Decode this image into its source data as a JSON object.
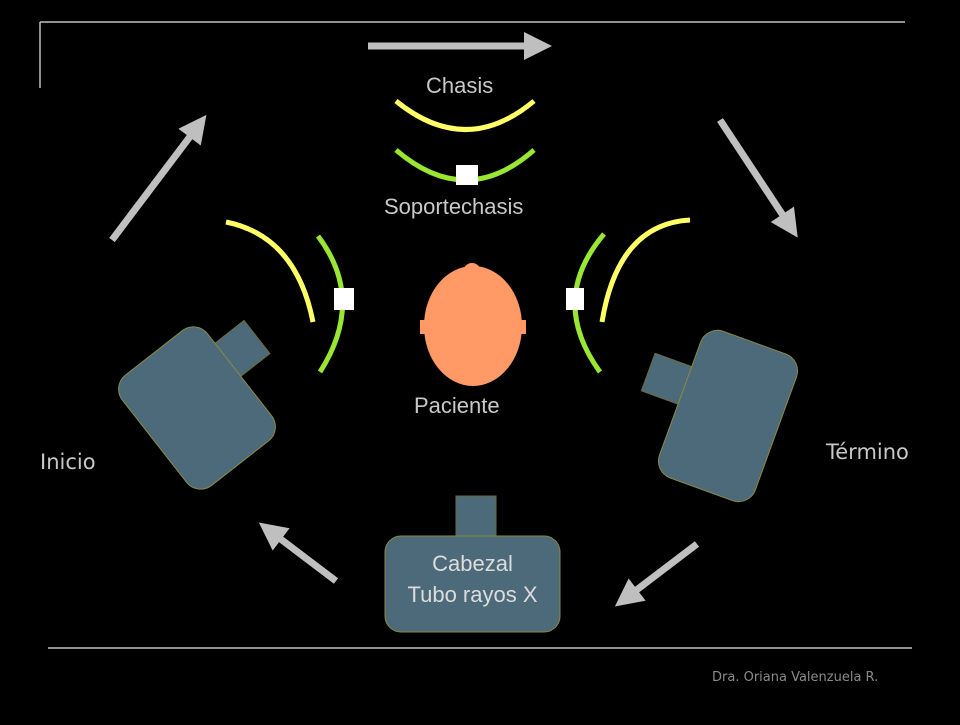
{
  "labels": {
    "chasis": "Chasis",
    "soportechasis": "Soportechasis",
    "paciente": "Paciente",
    "inicio": "Inicio",
    "termino": "Término",
    "cabezal_line1": "Cabezal",
    "cabezal_line2": "Tubo rayos X"
  },
  "credit": "Dra. Oriana Valenzuela R.",
  "colors": {
    "background": "#000000",
    "arrow": "#bfbfbf",
    "chassis_arc": "#ffff66",
    "support_arc": "#99e633",
    "patient_head": "#ff9966",
    "tube_body": "#4d6a7a",
    "tube_border": "#8a8a44",
    "frame_line": "#bfbfbf",
    "marker": "#ffffff"
  }
}
